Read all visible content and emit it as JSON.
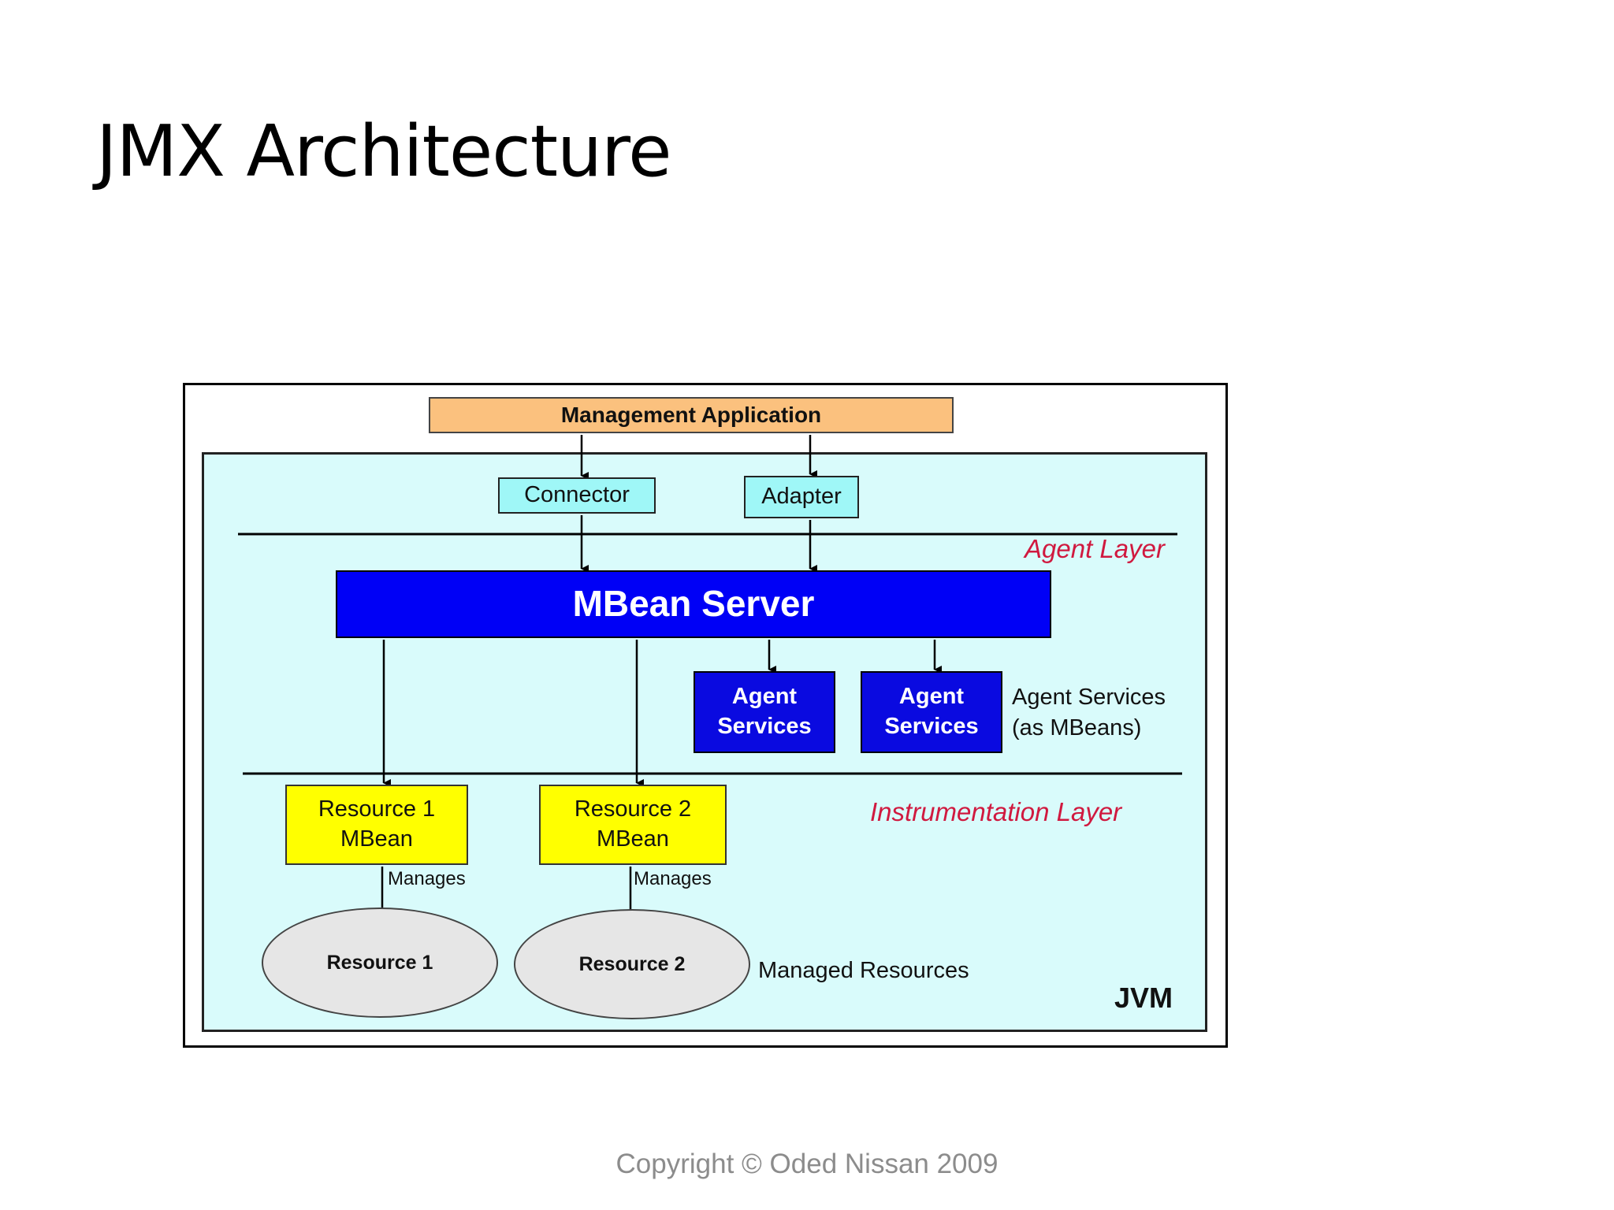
{
  "slide": {
    "title": "JMX Architecture",
    "copyright": "Copyright © Oded Nissan 2009"
  },
  "diagram": {
    "management_application": "Management Application",
    "connector": "Connector",
    "adapter": "Adapter",
    "agent_layer": "Agent Layer",
    "mbean_server": "MBean Server",
    "agent_service_1": "Agent\nServices",
    "agent_service_2": "Agent\nServices",
    "agent_services_label": "Agent Services\n(as MBeans)",
    "instrumentation_layer": "Instrumentation Layer",
    "resource1_mbean": "Resource 1\nMBean",
    "resource2_mbean": "Resource 2\nMBean",
    "manages_1": "Manages",
    "manages_2": "Manages",
    "resource1": "Resource 1",
    "resource2": "Resource 2",
    "managed_resources": "Managed Resources",
    "jvm": "JVM"
  },
  "colors": {
    "management_application": "#fbc17e",
    "connector_adapter": "#9ff7f7",
    "jvm_background": "#d9fbfb",
    "mbean_server": "#0000f6",
    "agent_services": "#0a0ae0",
    "resource_mbean": "#ffff00",
    "resource": "#e6e6e6",
    "layer_label": "#d0193f"
  }
}
